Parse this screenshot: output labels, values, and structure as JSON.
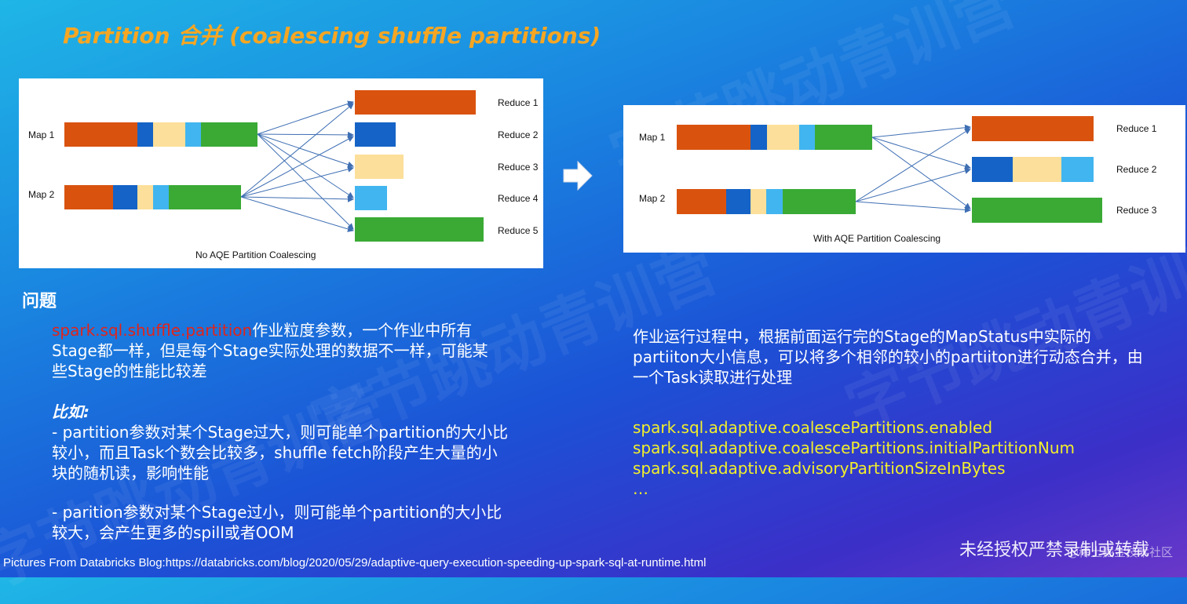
{
  "title": "Partition 合并 (coalescing shuffle partitions)",
  "watermark": "字节跳动青训营",
  "left_figure": {
    "caption": "No AQE Partition Coalescing",
    "maps": [
      "Map 1",
      "Map 2"
    ],
    "reduces": [
      "Reduce 1",
      "Reduce 2",
      "Reduce 3",
      "Reduce 4",
      "Reduce 5"
    ]
  },
  "right_figure": {
    "caption": "With AQE Partition Coalescing",
    "maps": [
      "Map 1",
      "Map 2"
    ],
    "reduces": [
      "Reduce 1",
      "Reduce 2",
      "Reduce 3"
    ]
  },
  "colors": {
    "orange": "#d9530f",
    "blue": "#1563c6",
    "cream": "#fcdf9a",
    "light_blue": "#41b5ef",
    "green": "#3aaa35",
    "arrow": "#3f6fb3",
    "title": "#f5a623"
  },
  "problem": {
    "heading": "问题",
    "param": "spark.sql.shuffle.partition",
    "line1_rest": "作业粒度参数，一个作业中所有",
    "line2": "Stage都一样，但是每个Stage实际处理的数据不一样，可能某",
    "line3": "些Stage的性能比较差",
    "example_heading": "比如:",
    "ex1_line1": "- partition参数对某个Stage过大，则可能单个partition的大小比",
    "ex1_line2": "较小，而且Task个数会比较多，shuffle fetch阶段产生大量的小",
    "ex1_line3": "块的随机读，影响性能",
    "ex2_line1": "- parition参数对某个Stage过小，则可能单个partition的大小比",
    "ex2_line2": "较大，会产生更多的spill或者OOM"
  },
  "solution": {
    "line1": "作业运行过程中，根据前面运行完的Stage的MapStatus中实际的",
    "line2": "partiiton大小信息，可以将多个相邻的较小的partiiton进行动态合并，由",
    "line3": "一个Task读取进行处理",
    "configs": [
      "spark.sql.adaptive.coalescePartitions.enabled",
      "spark.sql.adaptive.coalescePartitions.initialPartitionNum",
      "spark.sql.adaptive.advisoryPartitionSizeInBytes",
      "…"
    ]
  },
  "source": "Pictures From Databricks Blog:https://databricks.com/blog/2020/05/29/adaptive-query-execution-speeding-up-spark-sql-at-runtime.html",
  "notice": "未经授权严禁录制或转载",
  "community": "@稀土掘金技术社区"
}
